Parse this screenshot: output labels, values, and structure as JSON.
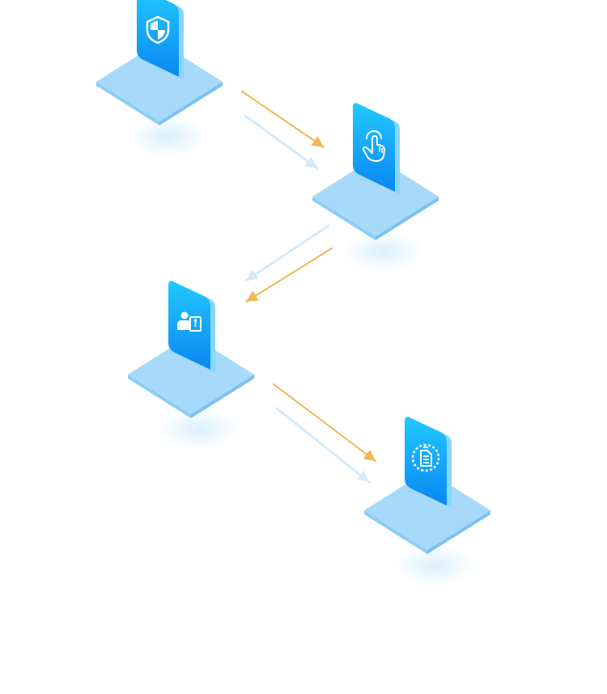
{
  "diagram": {
    "steps": [
      {
        "icon": "shield-icon"
      },
      {
        "icon": "tap-hand-icon"
      },
      {
        "icon": "person-document-icon"
      },
      {
        "icon": "gear-document-icon"
      }
    ],
    "connectors": [
      {
        "from": 1,
        "to": 2
      },
      {
        "from": 2,
        "to": 3
      },
      {
        "from": 3,
        "to": 4
      }
    ],
    "colors": {
      "platform_top": "#a7d9fb",
      "platform_left": "#8ccdf7",
      "platform_right": "#7cc2f3",
      "platform_shadow": "#d6eefd",
      "card_light": "#22c9ff",
      "card_dark": "#0a87f1",
      "card_edge": "#88d6fb",
      "icon": "#ffffff",
      "arrow_main": "#f2b657",
      "arrow_ghost": "#cfe8fb"
    }
  }
}
